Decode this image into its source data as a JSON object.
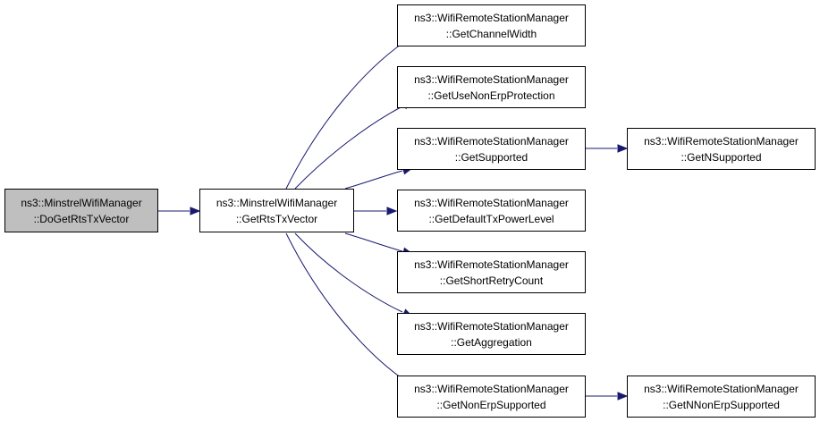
{
  "colors": {
    "edge": "#191970",
    "root_fill": "#bfbfbf",
    "node_fill": "#ffffff",
    "border": "#000000"
  },
  "nodes": [
    {
      "id": "root",
      "line1": "ns3::MinstrelWifiManager",
      "line2": "::DoGetRtsTxVector"
    },
    {
      "id": "mid",
      "line1": "ns3::MinstrelWifiManager",
      "line2": "::GetRtsTxVector"
    },
    {
      "id": "c1",
      "line1": "ns3::WifiRemoteStationManager",
      "line2": "::GetChannelWidth"
    },
    {
      "id": "c2",
      "line1": "ns3::WifiRemoteStationManager",
      "line2": "::GetUseNonErpProtection"
    },
    {
      "id": "c3",
      "line1": "ns3::WifiRemoteStationManager",
      "line2": "::GetSupported"
    },
    {
      "id": "c4",
      "line1": "ns3::WifiRemoteStationManager",
      "line2": "::GetDefaultTxPowerLevel"
    },
    {
      "id": "c5",
      "line1": "ns3::WifiRemoteStationManager",
      "line2": "::GetShortRetryCount"
    },
    {
      "id": "c6",
      "line1": "ns3::WifiRemoteStationManager",
      "line2": "::GetAggregation"
    },
    {
      "id": "c7",
      "line1": "ns3::WifiRemoteStationManager",
      "line2": "::GetNonErpSupported"
    },
    {
      "id": "d1",
      "line1": "ns3::WifiRemoteStationManager",
      "line2": "::GetNSupported"
    },
    {
      "id": "d2",
      "line1": "ns3::WifiRemoteStationManager",
      "line2": "::GetNNonErpSupported"
    }
  ],
  "edges": [
    [
      "root",
      "mid"
    ],
    [
      "mid",
      "c1"
    ],
    [
      "mid",
      "c2"
    ],
    [
      "mid",
      "c3"
    ],
    [
      "mid",
      "c4"
    ],
    [
      "mid",
      "c5"
    ],
    [
      "mid",
      "c6"
    ],
    [
      "mid",
      "c7"
    ],
    [
      "c3",
      "d1"
    ],
    [
      "c7",
      "d2"
    ]
  ]
}
